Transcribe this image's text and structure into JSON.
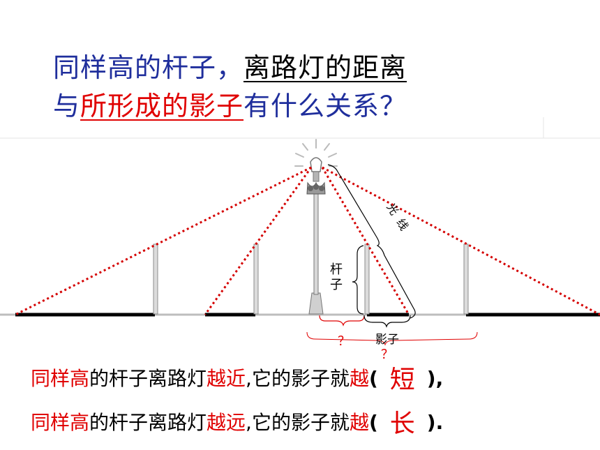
{
  "title": {
    "line1_prefix": "同样高的杆子，",
    "line1_underlined": "离路灯的距离",
    "line2_prefix": "与",
    "line2_underlined": "所形成的影子",
    "line2_suffix": "有什么关系？"
  },
  "diagram": {
    "light_ray_label_1": "光",
    "light_ray_label_2": "线",
    "pole_label": "杆子",
    "shadow_label": "影子",
    "question_mark_1": "？",
    "question_mark_2": "？",
    "colors": {
      "ray": "#d40000",
      "shadow": "#000000",
      "title_blue": "#1f2e9c",
      "accent_red": "#e00000"
    }
  },
  "conclusion": {
    "line1": {
      "red1": "同样高",
      "mid1": "的杆子离路灯",
      "red2": "越近",
      "mid2": ",它的影子就",
      "red3": "越",
      "open": "(",
      "answer": "短",
      "close": "),"
    },
    "line2": {
      "red1": "同样高",
      "mid1": "的杆子离路灯",
      "red2": "越远",
      "mid2": ",它的影子就",
      "red3": "越",
      "open": "(",
      "answer": "长",
      "close": ")."
    }
  }
}
